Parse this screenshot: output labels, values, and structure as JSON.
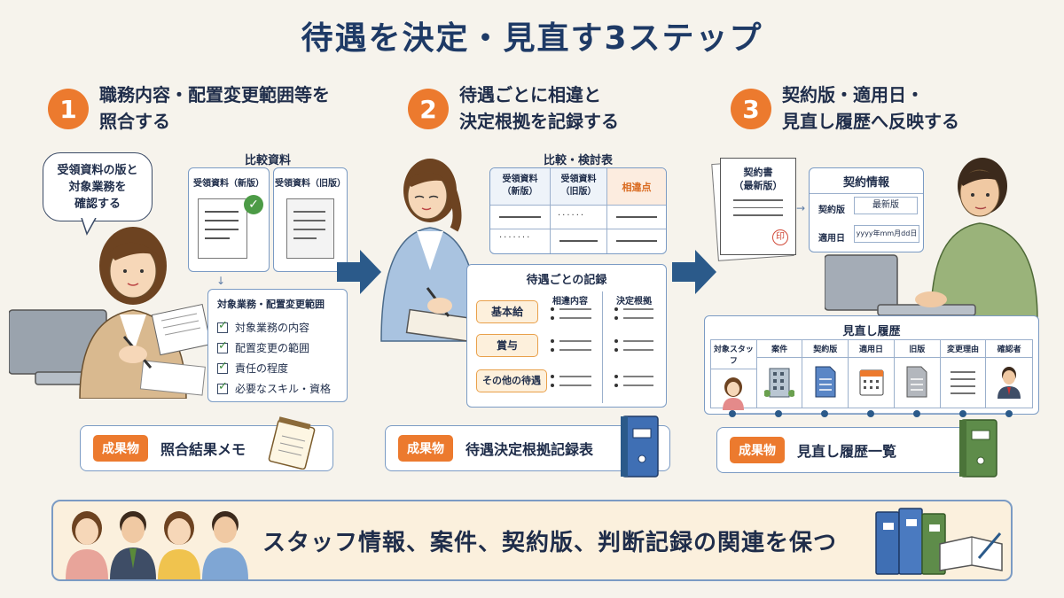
{
  "title": "待遇を決定・見直す3ステップ",
  "steps": [
    {
      "num": "1",
      "title_line1": "職務内容・配置変更範囲等を",
      "title_line2": "照合する",
      "bubble_line1": "受領資料の版と",
      "bubble_line2": "対象業務を",
      "bubble_line3": "確認する",
      "compare_title": "比較資料",
      "doc_new": "受領資料（新版）",
      "doc_old": "受領資料（旧版）",
      "scope_title": "対象業務・配置変更範囲",
      "checks": [
        "対象業務の内容",
        "配置変更の範囲",
        "責任の程度",
        "必要なスキル・資格"
      ],
      "badge": "成果物",
      "deliverable": "照合結果メモ"
    },
    {
      "num": "2",
      "title_line1": "待遇ごとに相違と",
      "title_line2": "決定根拠を記録する",
      "table_title": "比較・検討表",
      "col1_line1": "受領資料",
      "col1_line2": "（新版）",
      "col2_line1": "受領資料",
      "col2_line2": "（旧版）",
      "col3": "相違点",
      "record_title": "待遇ごとの記録",
      "record_col1": "相違内容",
      "record_col2": "決定根拠",
      "items": [
        "基本給",
        "賞与",
        "その他の待遇"
      ],
      "badge": "成果物",
      "deliverable": "待遇決定根拠記録表"
    },
    {
      "num": "3",
      "title_line1": "契約版・適用日・",
      "title_line2": "見直し履歴へ反映する",
      "contract_doc_line1": "契約書",
      "contract_doc_line2": "（最新版）",
      "stamp": "印",
      "info_title": "契約情報",
      "info_version_label": "契約版",
      "info_version_value": "最新版",
      "info_date_label": "適用日",
      "info_date_value": "yyyy年mm月dd日",
      "history_title": "見直し履歴",
      "history_cols": [
        "対象スタッフ",
        "案件",
        "契約版",
        "適用日",
        "旧版",
        "変更理由",
        "確認者"
      ],
      "badge": "成果物",
      "deliverable": "見直し履歴一覧"
    }
  ],
  "bottom_message": "スタッフ情報、案件、契約版、判断記録の関連を保つ",
  "colors": {
    "accent": "#ec7a2e",
    "navy": "#1e3a66",
    "border": "#7b9bc4",
    "background": "#f6f3ec"
  }
}
